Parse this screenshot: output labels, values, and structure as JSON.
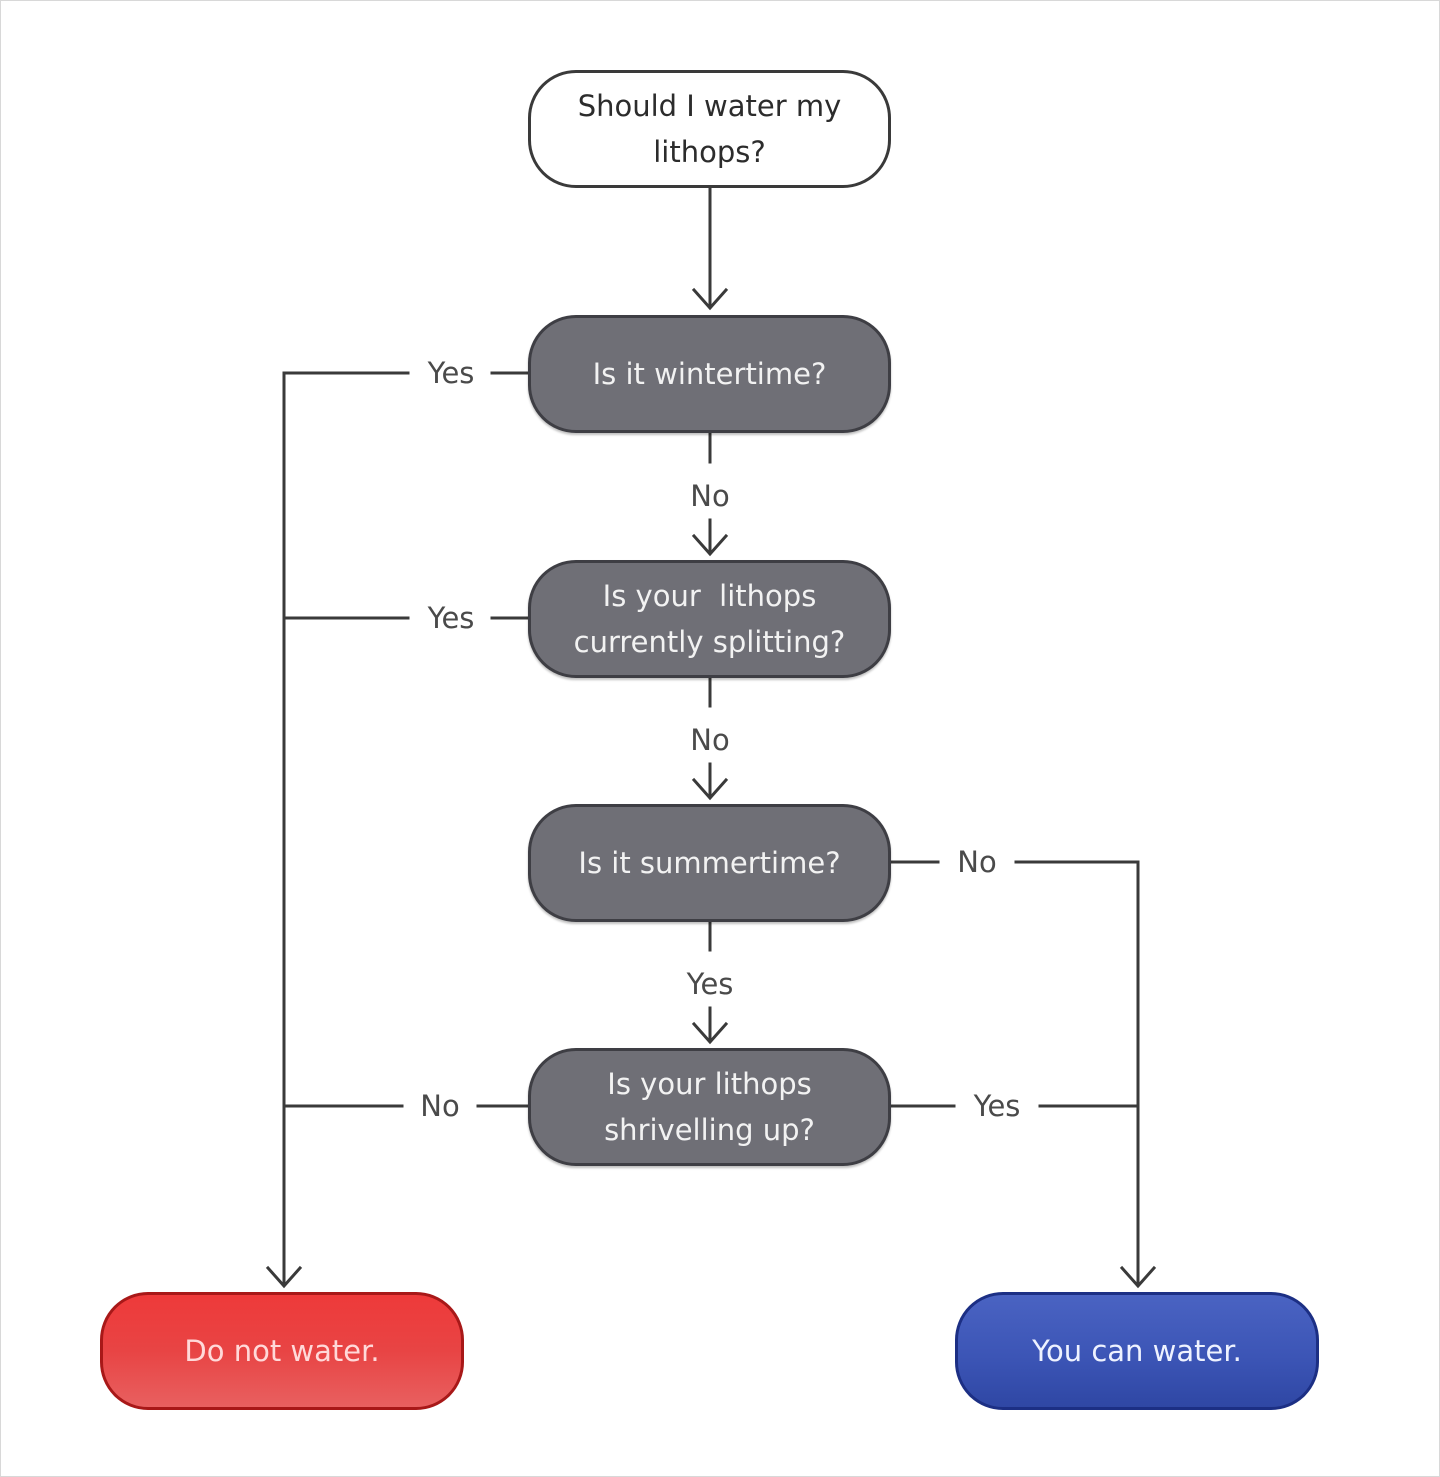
{
  "nodes": {
    "start": {
      "line1": "Should I water my",
      "line2": "lithops?"
    },
    "q_winter": {
      "line1": "Is it wintertime?"
    },
    "q_split": {
      "line1": "Is your  lithops",
      "line2": "currently splitting?"
    },
    "q_summer": {
      "line1": "Is it summertime?"
    },
    "q_shrivel": {
      "line1": "Is your lithops",
      "line2": "shrivelling up?"
    },
    "end_no": {
      "line1": "Do not water."
    },
    "end_yes": {
      "line1": "You can water."
    }
  },
  "edges": {
    "winter_yes": "Yes",
    "winter_no": "No",
    "split_yes": "Yes",
    "split_no": "No",
    "summer_no": "No",
    "summer_yes": "Yes",
    "shrivel_no": "No",
    "shrivel_yes": "Yes"
  },
  "colors": {
    "decision_fill": "#6f6f76",
    "stop": "#e84444",
    "go": "#3c55b6",
    "line": "#3a3a3a"
  }
}
